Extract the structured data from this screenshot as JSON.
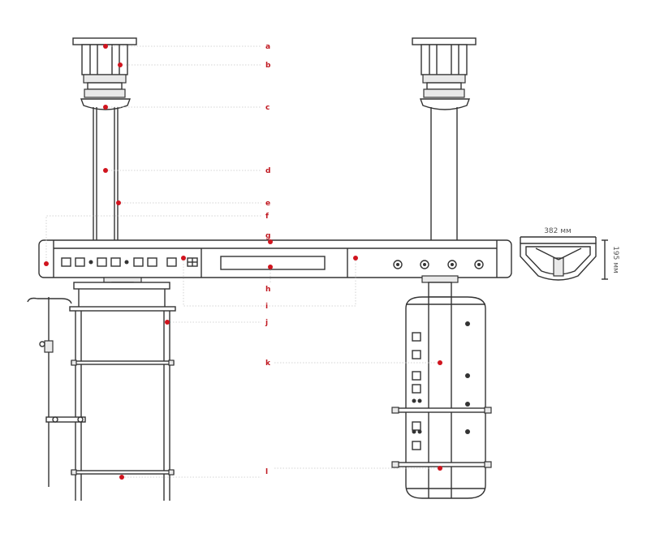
{
  "callouts": {
    "a": "a",
    "b": "b",
    "c": "c",
    "d": "d",
    "e": "e",
    "f": "f",
    "g": "g",
    "h": "h",
    "i": "i",
    "j": "j",
    "k": "k",
    "l": "l"
  },
  "dimensions": {
    "width": "382 мм",
    "height": "195 мм"
  },
  "colors": {
    "marker": "#d0141e",
    "label": "#c0171f",
    "line": "#333333"
  }
}
